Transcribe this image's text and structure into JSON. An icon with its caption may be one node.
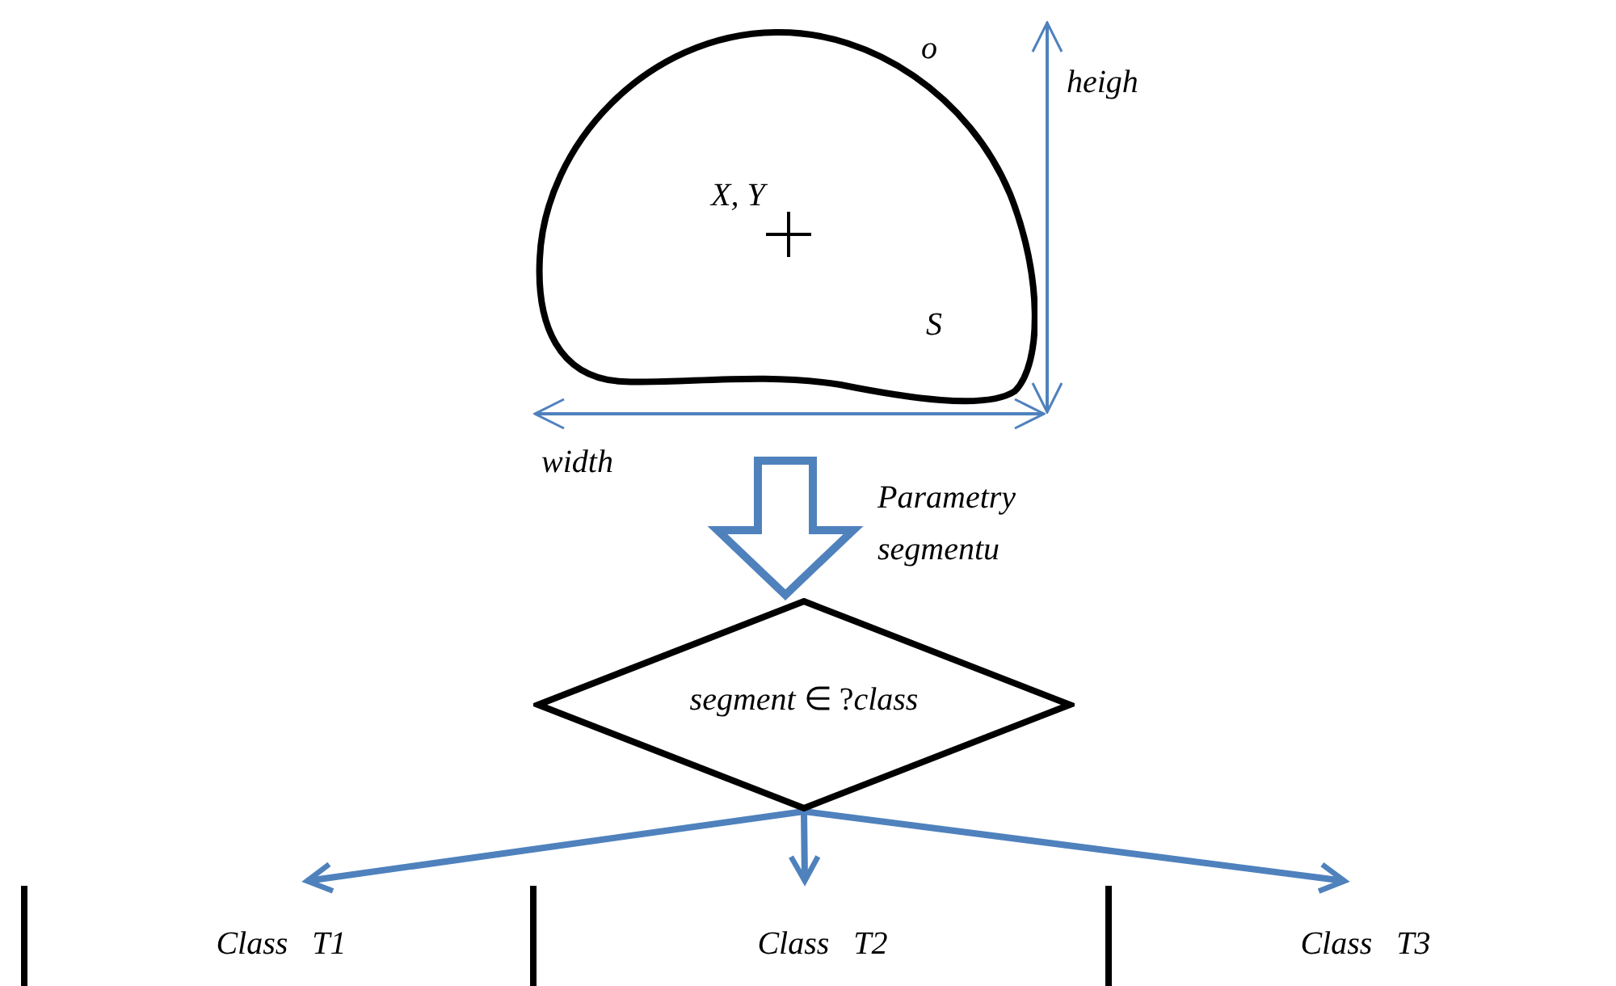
{
  "diagram": {
    "nodes": [
      {
        "text": [
          "o",
          "X, Y",
          "S"
        ]
      },
      {
        "text": [
          "*segment* ∈ ?*class*"
        ]
      },
      {
        "text": [
          "Class   T1"
        ]
      },
      {
        "text": [
          "Class   T2"
        ]
      },
      {
        "text": [
          "Class   T3"
        ]
      }
    ],
    "edges": [
      {
        "from": 0,
        "to": 1,
        "arrow": "to",
        "label": "Parametry segmentu",
        "style": "thick"
      },
      {
        "from": 1,
        "to": 2,
        "arrow": "to"
      },
      {
        "from": 1,
        "to": 3,
        "arrow": "to"
      },
      {
        "from": 1,
        "to": 4,
        "arrow": "to"
      }
    ],
    "labels": [
      "heigh",
      "width"
    ]
  }
}
